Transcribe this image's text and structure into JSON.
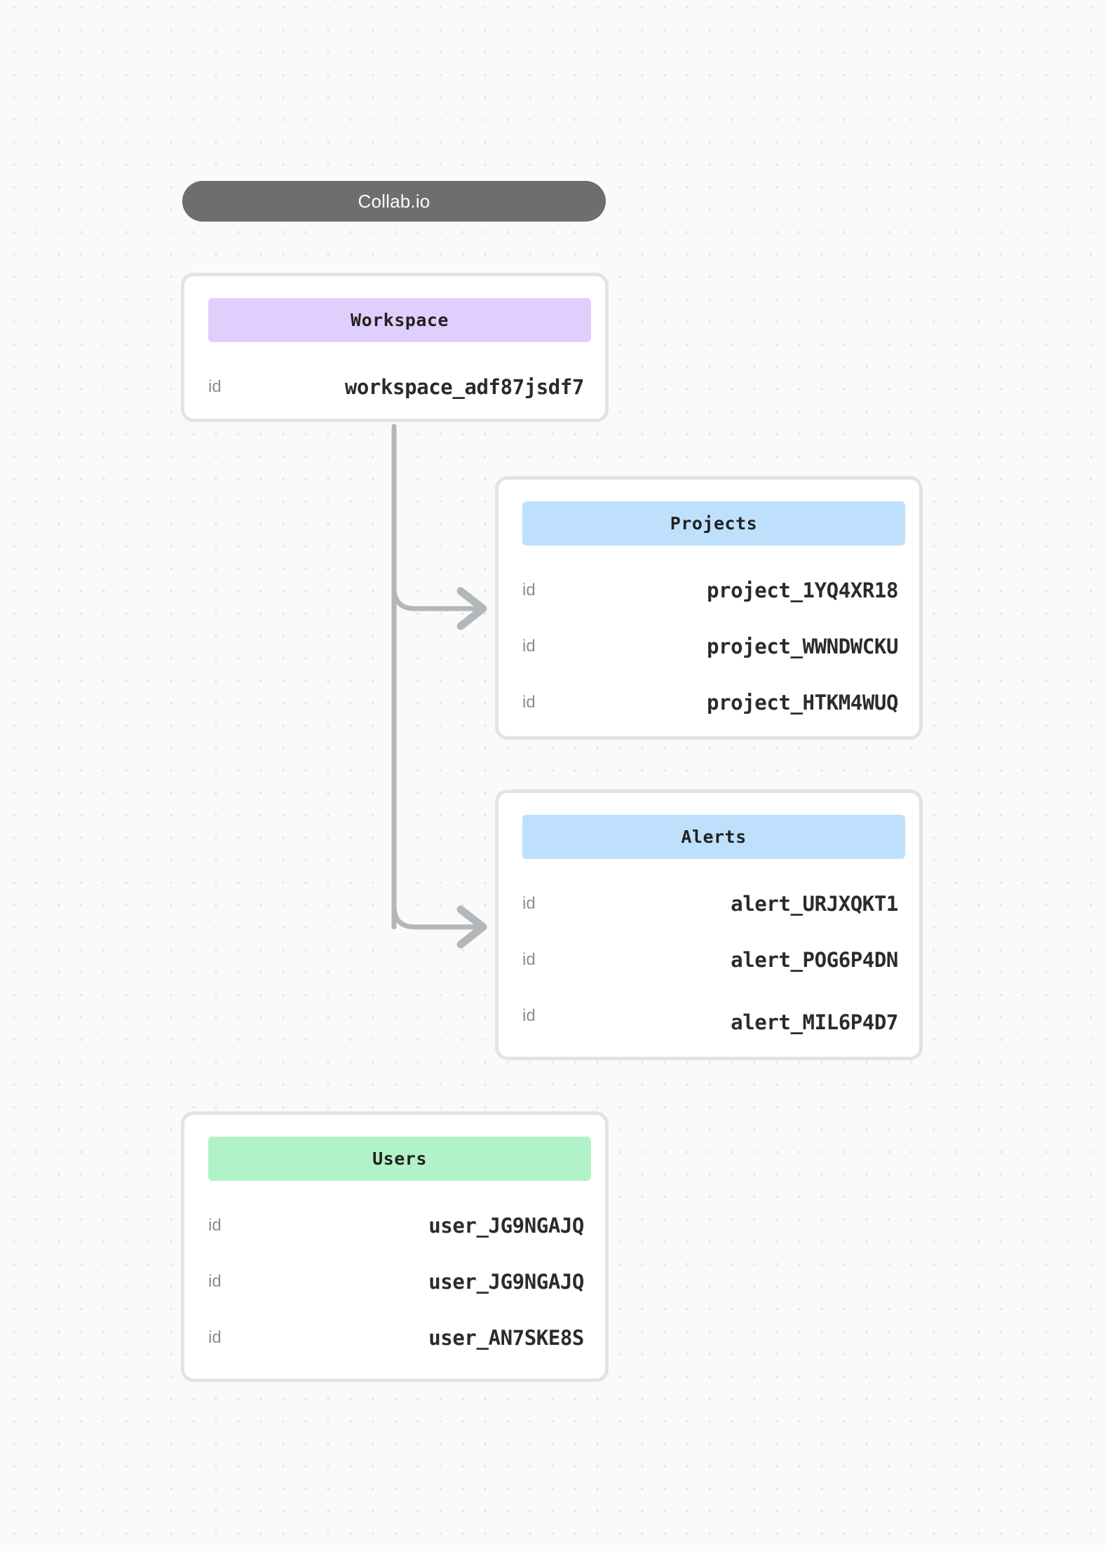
{
  "title": {
    "label": "Collab.io",
    "background": "#6e6e6e",
    "text_color": "#ffffff"
  },
  "canvas": {
    "background": "#fafafa",
    "dot_color": "#e2e2e2"
  },
  "connector": {
    "color": "#b4b7b9",
    "from": "Workspace",
    "to": [
      "Projects",
      "Alerts"
    ]
  },
  "cards": [
    {
      "id": "workspace",
      "title": "Workspace",
      "accent": "#e0cffc",
      "rows": [
        {
          "key": "id",
          "value": "workspace_adf87jsdf7"
        }
      ]
    },
    {
      "id": "projects",
      "title": "Projects",
      "accent": "#bfe0fc",
      "rows": [
        {
          "key": "id",
          "value": "project_1YQ4XR18"
        },
        {
          "key": "id",
          "value": "project_WWNDWCKU"
        },
        {
          "key": "id",
          "value": "project_HTKM4WUQ"
        }
      ]
    },
    {
      "id": "alerts",
      "title": "Alerts",
      "accent": "#bfe0fc",
      "rows": [
        {
          "key": "id",
          "value": "alert_URJXQKT1"
        },
        {
          "key": "id",
          "value": "alert_POG6P4DN"
        },
        {
          "key": "id",
          "value": "alert_MIL6P4D7"
        }
      ]
    },
    {
      "id": "users",
      "title": "Users",
      "accent": "#b2f2c8",
      "rows": [
        {
          "key": "id",
          "value": "user_JG9NGAJQ"
        },
        {
          "key": "id",
          "value": "user_JG9NGAJQ"
        },
        {
          "key": "id",
          "value": "user_AN7SKE8S"
        }
      ]
    }
  ]
}
